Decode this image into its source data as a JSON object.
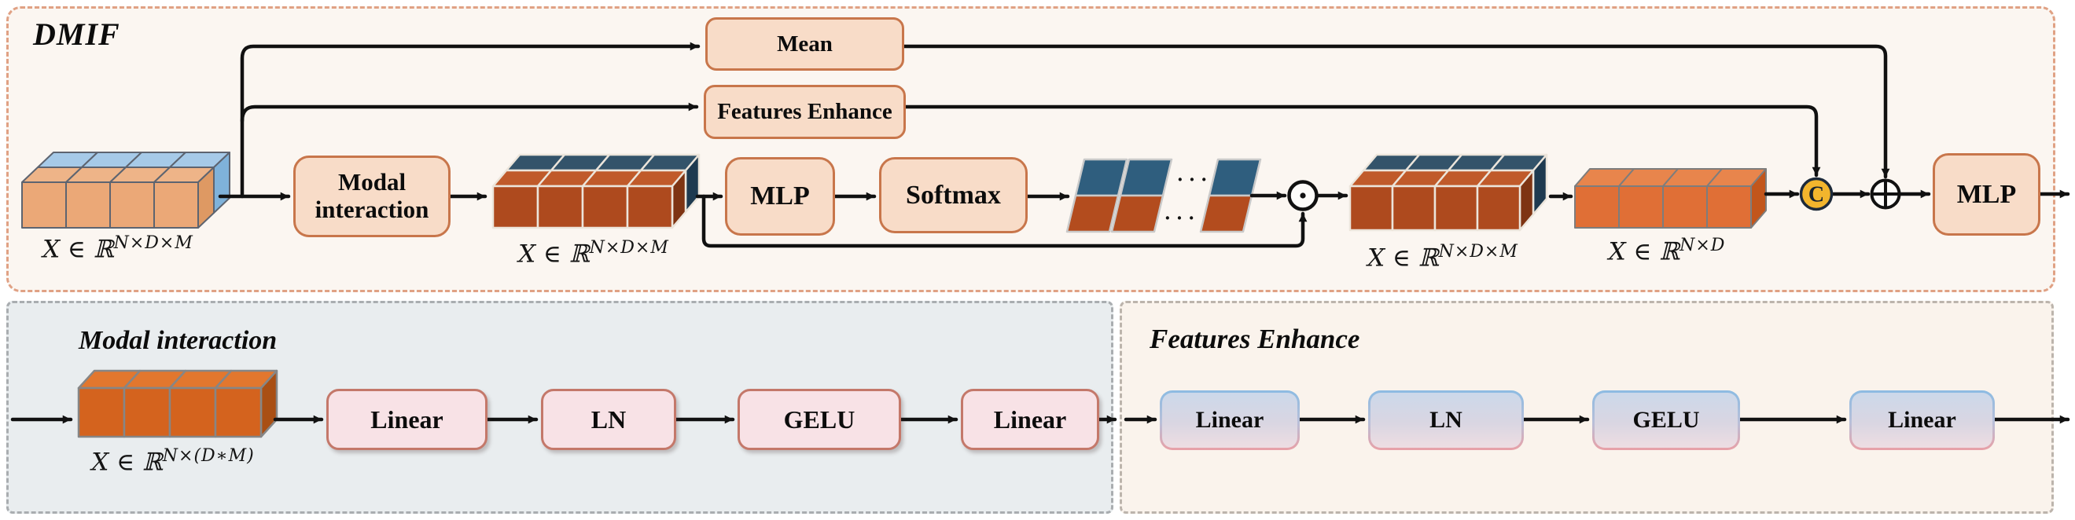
{
  "dmif": {
    "title": "DMIF",
    "boxes": {
      "mean": "Mean",
      "features_enhance": "Features Enhance",
      "modal_interaction": "Modal interaction",
      "mlp": "MLP",
      "softmax": "Softmax",
      "mlp_out": "MLP"
    },
    "operators": {
      "concat": "C"
    },
    "dots": "· · ·",
    "labels": {
      "input": {
        "base": "X ∈ ℝ",
        "sup": "N×D×M"
      },
      "after_interaction": {
        "base": "X ∈ ℝ",
        "sup": "N×D×M"
      },
      "after_multiply": {
        "base": "X ∈ ℝ",
        "sup": "N×D×M"
      },
      "pooled": {
        "base": "X ∈ ℝ",
        "sup": "N×D"
      }
    }
  },
  "modal_interaction": {
    "title": "Modal interaction",
    "input_label": {
      "base": "X ∈ ℝ",
      "sup": "N×(D∗M)"
    },
    "flow": [
      "Linear",
      "LN",
      "GELU",
      "Linear"
    ]
  },
  "features_enhance": {
    "title": "Features Enhance",
    "flow": [
      "Linear",
      "LN",
      "GELU",
      "Linear"
    ]
  },
  "colors": {
    "panel_border": "#e0a184",
    "peach_fill": "#f8dcc8",
    "peach_border": "#c8764b",
    "concat_fill": "#f2b52d",
    "dark_orange": "#ae4a1e",
    "dark_blue": "#33536a",
    "light_orange": "#eba877",
    "light_blue": "#a6cae8",
    "bright_orange": "#e06f36"
  }
}
